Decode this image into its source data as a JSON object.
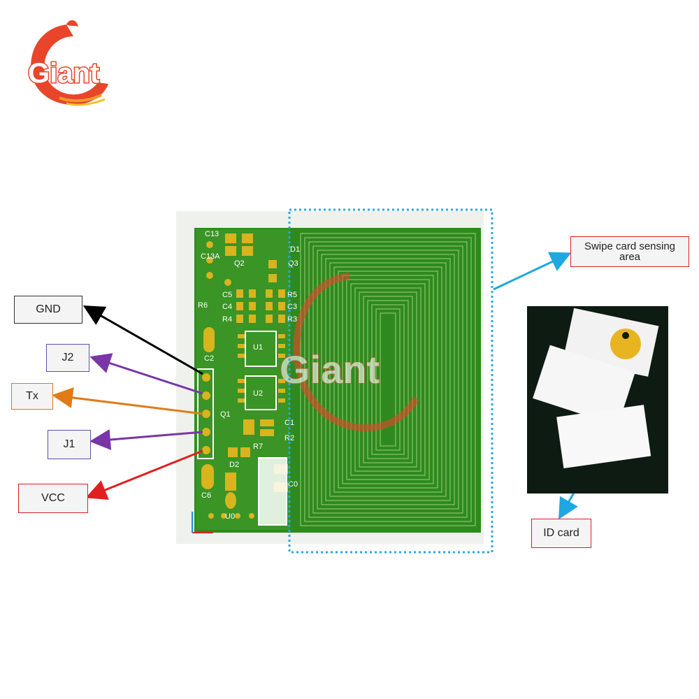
{
  "brand": {
    "logo_text": "Giant",
    "watermark_text": "Giant"
  },
  "labels": {
    "gnd": "GND",
    "j2": "J2",
    "tx": "Tx",
    "j1": "J1",
    "vcc": "VCC",
    "sensing_area": "Swipe card sensing area",
    "id_card": "ID card"
  },
  "board": {
    "silkscreen": [
      "C13",
      "C13A",
      "D1",
      "Q2",
      "Q3",
      "R6",
      "C5",
      "C4",
      "R4",
      "R5",
      "C3",
      "R3",
      "C2",
      "U1",
      "U2",
      "Q1",
      "C1",
      "R7",
      "R2",
      "D2",
      "C6",
      "C0",
      "U0"
    ]
  },
  "colors": {
    "pcb_green": "#2e8a1e",
    "pad_gold": "#d8b41e",
    "coil_line": "#8fc46a",
    "dotted_border": "#29a8e0",
    "arrow_gnd": "#000000",
    "arrow_j2": "#7a35a8",
    "arrow_tx": "#e07b17",
    "arrow_j1": "#7a35a8",
    "arrow_vcc": "#e01f1f",
    "arrow_blue": "#1fa7e0",
    "box_blue_border": "#5a4fb0",
    "box_orange_border": "#e07b17",
    "box_red_border": "#e01f1f"
  },
  "icons": {
    "logo": "fish-logo-icon",
    "cards": "id-cards-photo",
    "keyfob": "keyfob-icon"
  }
}
